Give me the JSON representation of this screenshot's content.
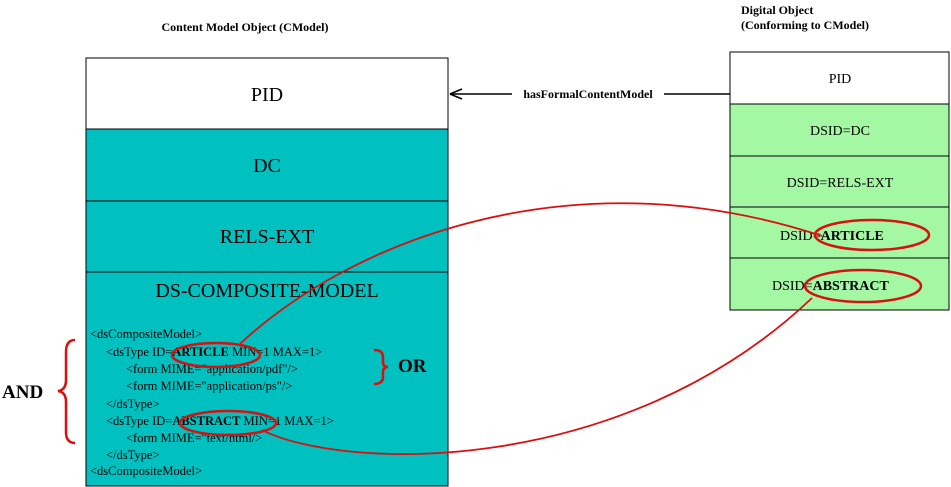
{
  "cmodel": {
    "title": "Content Model Object (CModel)",
    "rows": [
      "PID",
      "DC",
      "RELS-EXT",
      "DS-COMPOSITE-MODEL"
    ],
    "code": {
      "l1": "<dsCompositeModel>",
      "l2a": "<dsType ID=",
      "l2b": "ARTICLE",
      "l2c": " MIN=1 MAX=1>",
      "l3": "<form MIME=\"application/pdf\"/>",
      "l4": "<form MIME=\"application/ps\"/>",
      "l5": "</dsType>",
      "l6a": "<dsType ID=",
      "l6b": "ABSTRACT",
      "l6c": " MIN=1 MAX=1>",
      "l7": "<form MIME=\"text/html/>",
      "l8": "</dsType>",
      "l9": "<dsCompositeModel>"
    },
    "and_label": "AND",
    "or_label": "OR"
  },
  "digital_object": {
    "title_line1": "Digital Object",
    "title_line2": "(Conforming to CModel)",
    "rows": [
      "PID",
      "DSID=DC",
      "DSID=RELS-EXT"
    ],
    "article_prefix": "DSID=",
    "article": "ARTICLE",
    "abstract_prefix": "DSID=",
    "abstract": "ABSTRACT"
  },
  "relation_label": "hasFormalContentModel",
  "colors": {
    "teal": "#00c0c0",
    "green": "#a4f8a4",
    "red": "#d81010"
  }
}
